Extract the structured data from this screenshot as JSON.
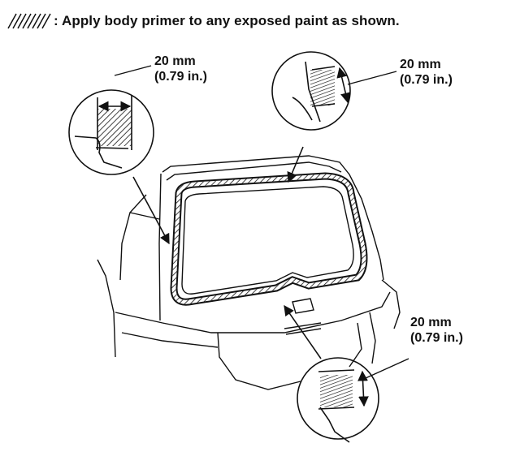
{
  "legend": {
    "text": ": Apply body primer to any exposed paint as shown.",
    "swatch_icon": "hatch-swatch-icon"
  },
  "callouts": {
    "left": {
      "dimension": "20 mm",
      "dimension_in": "(0.79 in.)"
    },
    "top_right": {
      "dimension": "20 mm",
      "dimension_in": "(0.79 in.)"
    },
    "bottom_right": {
      "dimension": "20 mm",
      "dimension_in": "(0.79 in.)"
    }
  },
  "colors": {
    "line": "#111111",
    "background": "#ffffff"
  }
}
